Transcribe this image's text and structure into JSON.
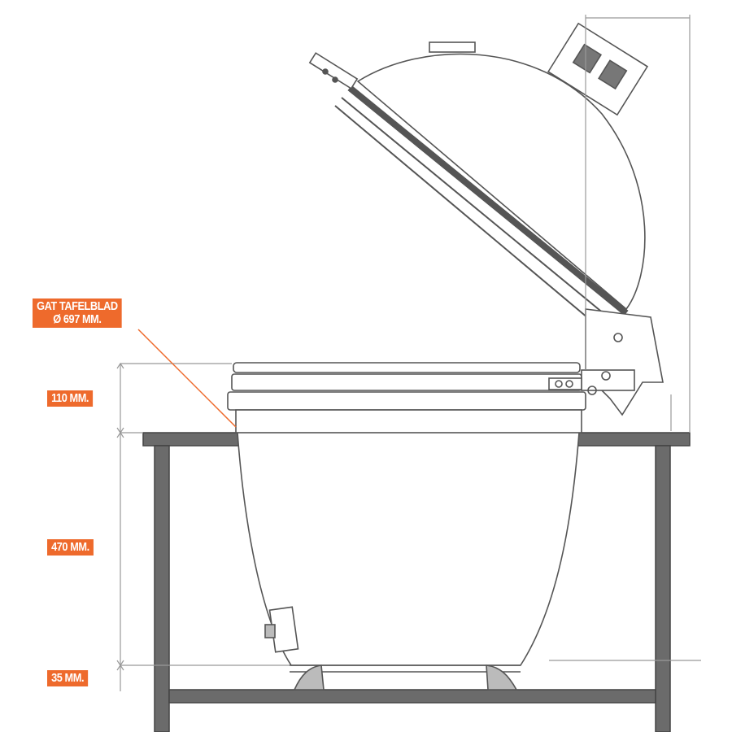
{
  "labels": {
    "hole_title": "GAT TAFELBLAD",
    "hole_diameter": "Ø 697 MM.",
    "dim_dome_base": "110 MM.",
    "dim_table_height": "470 MM.",
    "dim_bottom": "35 MM."
  },
  "colors": {
    "accent": "#ee6a2c",
    "line": "#555555",
    "table": "#6b6b6b",
    "dim": "#999999"
  }
}
